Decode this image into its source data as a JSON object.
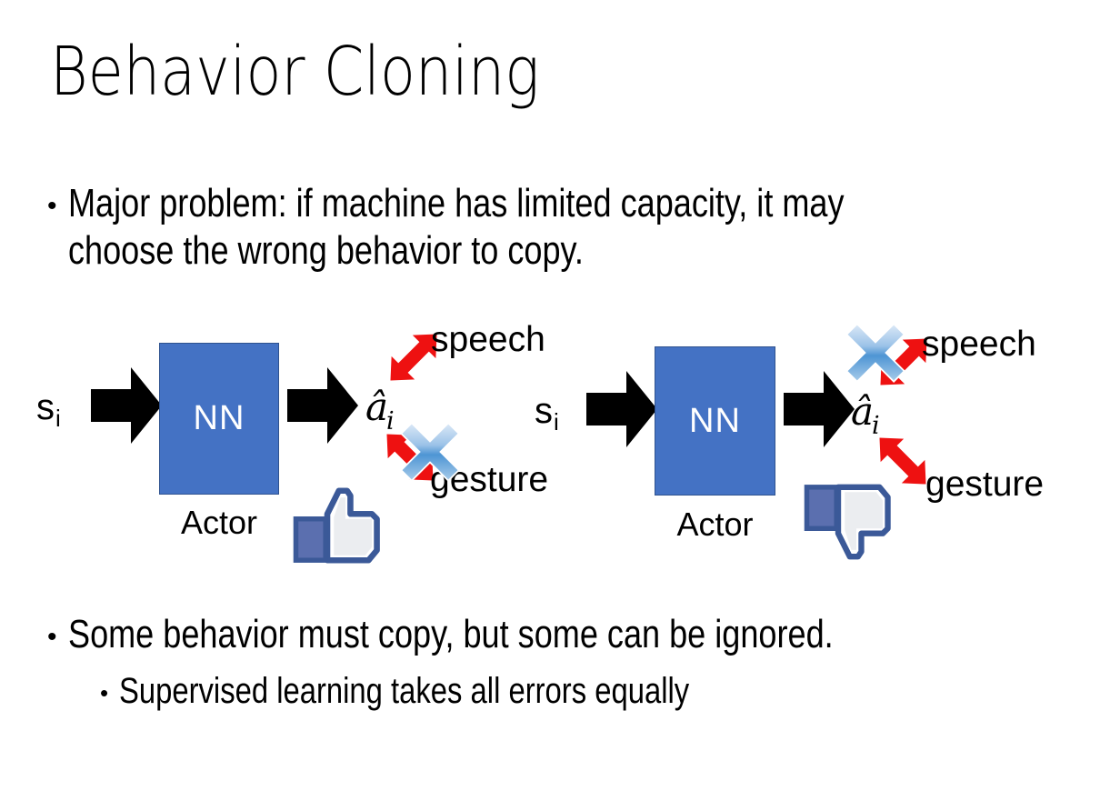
{
  "slide": {
    "title": "Behavior Cloning",
    "background_color": "#FFFFFF",
    "text_color": "#000000"
  },
  "bullets": [
    {
      "level": 1,
      "marker": "•",
      "text": "Major problem: if machine has limited capacity, it may choose the wrong behavior to copy."
    },
    {
      "level": 1,
      "marker": "•",
      "text": "Some behavior must copy, but some can be ignored."
    },
    {
      "level": 2,
      "marker": "•",
      "text": "Supervised learning takes all errors equally"
    }
  ],
  "diagrams": [
    {
      "id": "left",
      "state_label": "s",
      "state_subscript": "i",
      "box_label": "NN",
      "box_caption": "Actor",
      "action_label": "a",
      "action_subscript": "i",
      "branches": [
        {
          "label": "speech",
          "direction": "up-right",
          "crossed_out": false
        },
        {
          "label": "gesture",
          "direction": "down-right",
          "crossed_out": true
        }
      ],
      "feedback_icon": "thumbs-up-icon",
      "box_color": "#4472C4",
      "box_border_color": "#2F528F",
      "arrow_color": "#000000",
      "branch_arrow_color": "#EE1111",
      "cross_color": "#6FA8DC"
    },
    {
      "id": "right",
      "state_label": "s",
      "state_subscript": "i",
      "box_label": "NN",
      "box_caption": "Actor",
      "action_label": "a",
      "action_subscript": "i",
      "branches": [
        {
          "label": "speech",
          "direction": "up-right",
          "crossed_out": true
        },
        {
          "label": "gesture",
          "direction": "down-right",
          "crossed_out": false
        }
      ],
      "feedback_icon": "thumbs-down-icon",
      "box_color": "#4472C4",
      "box_border_color": "#2F528F",
      "arrow_color": "#000000",
      "branch_arrow_color": "#EE1111",
      "cross_color": "#6FA8DC"
    }
  ]
}
